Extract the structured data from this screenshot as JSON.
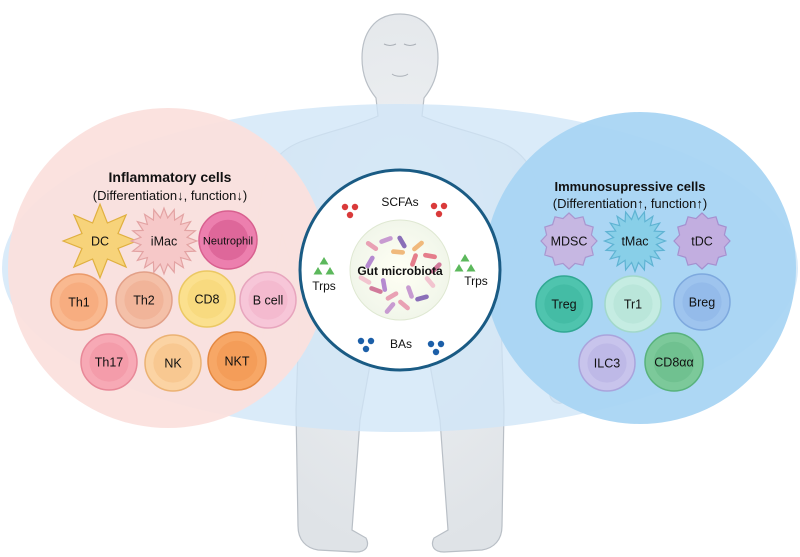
{
  "inflammatory": {
    "title": "Inflammatory cells",
    "subtitle": "(Differentiation↓, function↓)",
    "cells": [
      {
        "label": "DC",
        "fill": "#f7d37a",
        "stroke": "#e0b040",
        "nucleus": "#efc35a",
        "shape": "dendritic"
      },
      {
        "label": "iMac",
        "fill": "#f6c8c8",
        "stroke": "#e3a3a3",
        "nucleus": "#eeb0b0",
        "shape": "spiky"
      },
      {
        "label": "Neutrophil",
        "fill": "#ec7fae",
        "stroke": "#d8608f",
        "nucleus": "#d5578c",
        "shape": "round"
      },
      {
        "label": "Th1",
        "fill": "#f9b990",
        "stroke": "#eb9a6a",
        "nucleus": "#f5a576",
        "shape": "round"
      },
      {
        "label": "Th2",
        "fill": "#f4c0a8",
        "stroke": "#e2a088",
        "nucleus": "#eeab90",
        "shape": "round"
      },
      {
        "label": "CD8",
        "fill": "#fbe08e",
        "stroke": "#ebc863",
        "nucleus": "#f7d575",
        "shape": "round"
      },
      {
        "label": "B cell",
        "fill": "#f7c6d8",
        "stroke": "#e7a5bd",
        "nucleus": "#f2b3c9",
        "shape": "round"
      },
      {
        "label": "Th17",
        "fill": "#f7a9b5",
        "stroke": "#e88898",
        "nucleus": "#f294a3",
        "shape": "round"
      },
      {
        "label": "NK",
        "fill": "#fbd3a3",
        "stroke": "#ebb273",
        "nucleus": "#f7c186",
        "shape": "round"
      },
      {
        "label": "NKT",
        "fill": "#f7a766",
        "stroke": "#e48841",
        "nucleus": "#f19650",
        "shape": "round"
      }
    ]
  },
  "immunosuppressive": {
    "title": "Immunosupressive cells",
    "subtitle": "(Differentiation↑, function↑)",
    "cells": [
      {
        "label": "MDSC",
        "fill": "#c6b7e2",
        "stroke": "#a896cf",
        "nucleus": "#b3a0d8",
        "shape": "bumpy"
      },
      {
        "label": "tMac",
        "fill": "#88cfe8",
        "stroke": "#5fb3d3",
        "nucleus": "#6cc0de",
        "shape": "spiky"
      },
      {
        "label": "tDC",
        "fill": "#c2aee0",
        "stroke": "#a590cf",
        "nucleus": "#b39cd8",
        "shape": "bumpy"
      },
      {
        "label": "Treg",
        "fill": "#4fc4ae",
        "stroke": "#31a893",
        "nucleus": "#3db89f",
        "shape": "round"
      },
      {
        "label": "Tr1",
        "fill": "#c5ece2",
        "stroke": "#a2d8ca",
        "nucleus": "#b2e2d6",
        "shape": "round"
      },
      {
        "label": "Breg",
        "fill": "#9ec4ee",
        "stroke": "#7ea9de",
        "nucleus": "#8db6e7",
        "shape": "round"
      },
      {
        "label": "ILC3",
        "fill": "#c8c4ec",
        "stroke": "#aaa4dc",
        "nucleus": "#b8b3e4",
        "shape": "round"
      },
      {
        "label": "CD8αα",
        "fill": "#7cc99a",
        "stroke": "#58b27c",
        "nucleus": "#69bd8a",
        "shape": "round"
      }
    ]
  },
  "gut": {
    "center_label": "Gut microbiota",
    "metabolites": [
      {
        "label": "SCFAs",
        "marker": "red-dot",
        "color": "#d93a3a"
      },
      {
        "label": "Trps",
        "marker": "green-triangle",
        "color": "#5cb85c"
      },
      {
        "label": "Trps",
        "marker": "green-triangle",
        "color": "#5cb85c"
      },
      {
        "label": "BAs",
        "marker": "blue-dot",
        "color": "#1c5fa8"
      }
    ],
    "bacteria_colors": [
      "#e9a1b4",
      "#c89bd1",
      "#8a6fb8",
      "#f0b97c",
      "#e57d8b",
      "#b58ad0",
      "#f2c4cf",
      "#d17a9a"
    ]
  },
  "colors": {
    "large_oval": "#d8eaf8",
    "left_bubble": "#fbe0dd",
    "right_bubble": "#a9d5f3",
    "center_ring": "#1a5b84",
    "center_disc": "#eaf4fc",
    "body": "#eaeef2",
    "body_outline": "#b9bfc6"
  }
}
